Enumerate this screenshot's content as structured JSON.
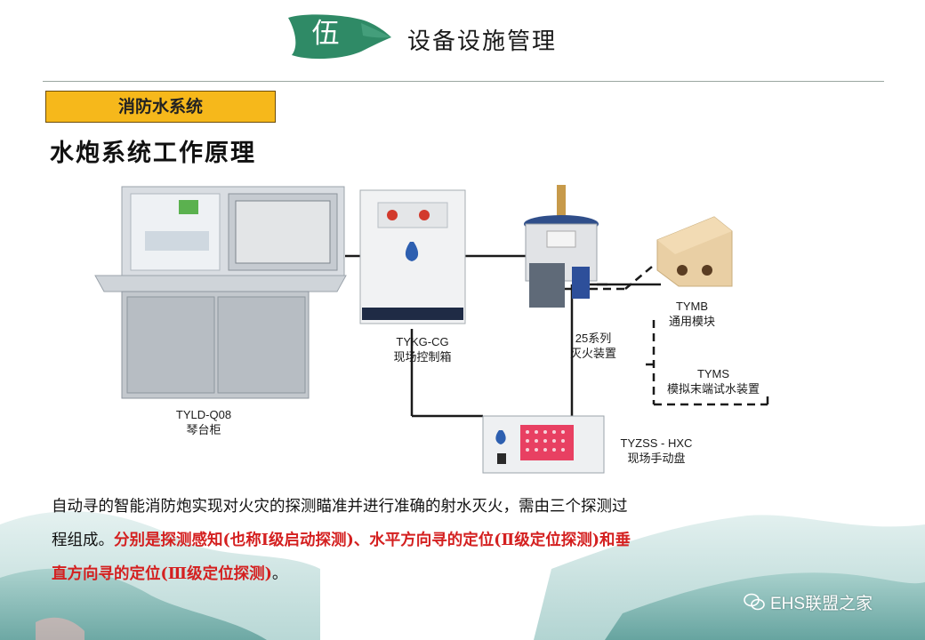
{
  "header": {
    "badge_char": "伍",
    "section_title": "设备设施管理"
  },
  "tag_label": "消防水系统",
  "heading": "水炮系统工作原理",
  "diagram": {
    "components": [
      {
        "code": "TYLD-Q08",
        "name": "琴台柜"
      },
      {
        "code": "TYKG-CG",
        "name": "现场控制箱"
      },
      {
        "code": "25系列",
        "name": "灭火装置"
      },
      {
        "code": "TYMB",
        "name": "通用模块"
      },
      {
        "code": "TYMS",
        "name": "模拟末端试水装置"
      },
      {
        "code": "TYZSS - HXC",
        "name": "现场手动盘"
      }
    ]
  },
  "paragraph": {
    "line1": "自动寻的智能消防炮实现对火灾的探测瞄准并进行准确的射水灭火，需由三个探测过",
    "line2_normal": "程组成。",
    "line2_red": "分别是探测感知(也称Ⅰ级启动探测)、水平方向寻的定位(Ⅱ级定位探测)和垂",
    "line3_red": "直方向寻的定位(Ⅲ级定位探测)",
    "line3_end": "。"
  },
  "watermark": "EHS联盟之家",
  "colors": {
    "tag_bg": "#f6b81b",
    "badge_green": "#2f8a66",
    "highlight_red": "#d42020"
  }
}
